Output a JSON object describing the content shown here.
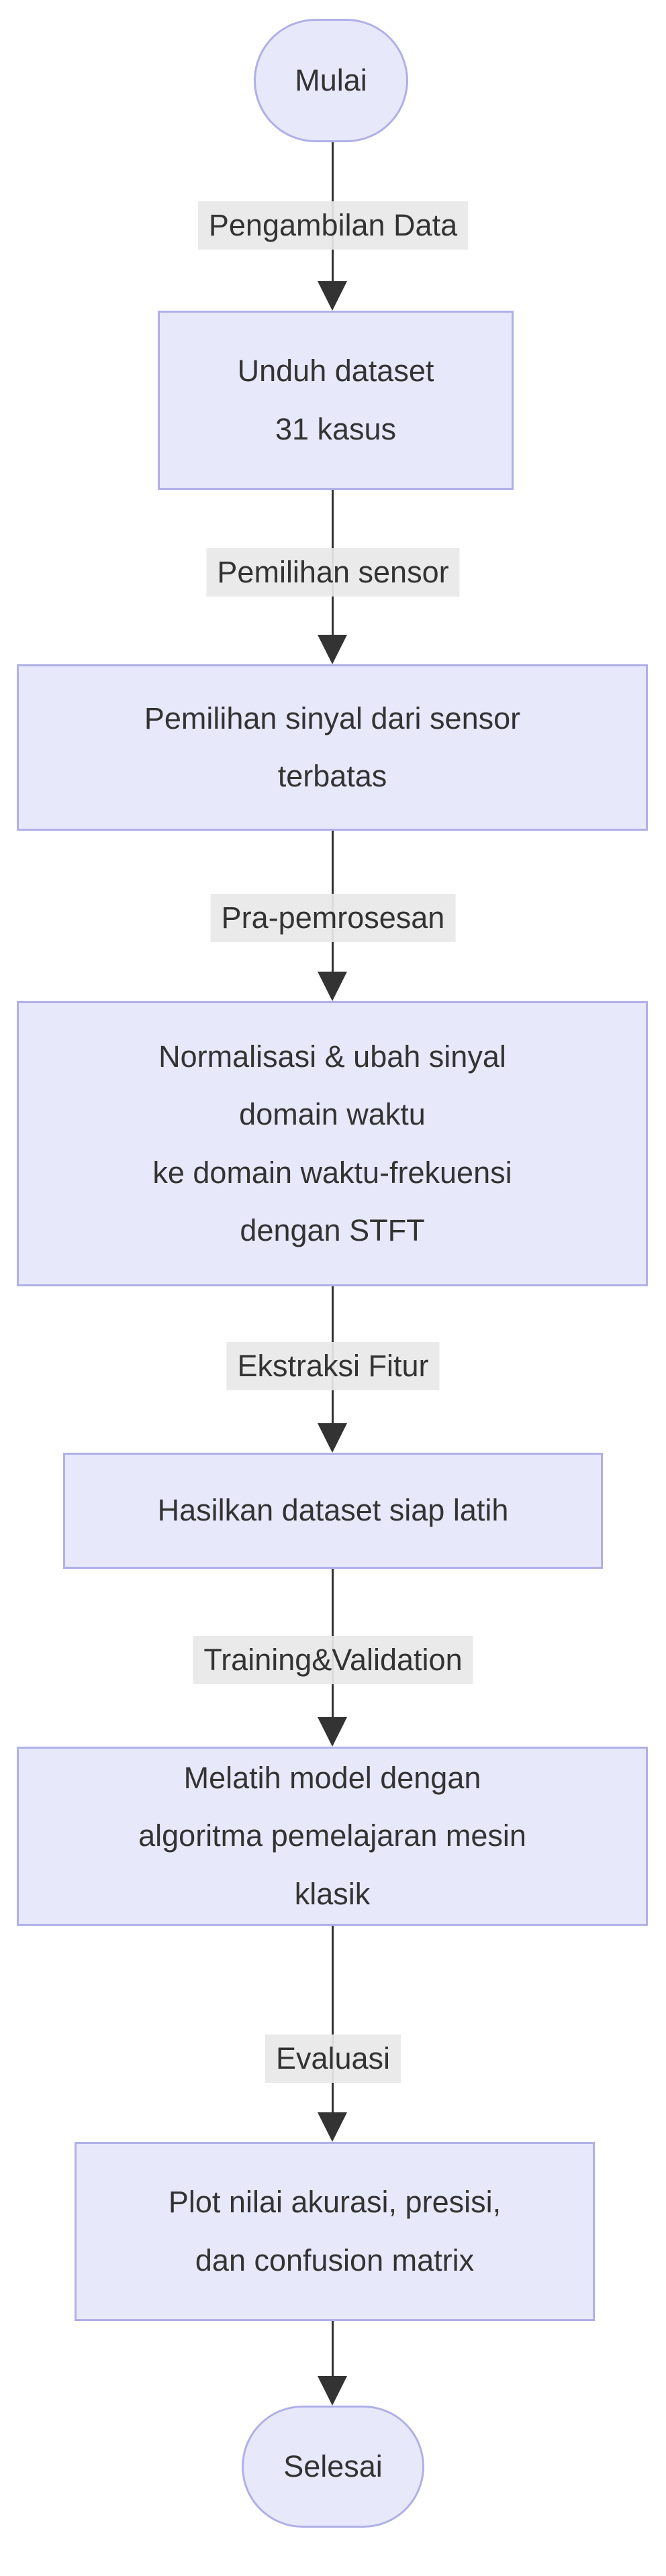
{
  "flow": {
    "start": {
      "label": "Mulai"
    },
    "end": {
      "label": "Selesai"
    },
    "steps": [
      {
        "id": "unduh-dataset",
        "lines": [
          "Unduh dataset",
          "31 kasus"
        ]
      },
      {
        "id": "pemilihan-sinyal",
        "lines": [
          "Pemilihan sinyal dari sensor",
          "terbatas"
        ]
      },
      {
        "id": "pra-pemrosesan",
        "lines": [
          "Normalisasi & ubah sinyal",
          "domain waktu",
          "ke domain waktu-frekuensi",
          "dengan STFT"
        ]
      },
      {
        "id": "dataset-siap-latih",
        "lines": [
          "Hasilkan dataset siap latih"
        ]
      },
      {
        "id": "melatih-model",
        "lines": [
          "Melatih model dengan",
          "algoritma pemelajaran mesin",
          "klasik"
        ]
      },
      {
        "id": "plot-evaluasi",
        "lines": [
          "Plot nilai akurasi, presisi,",
          "dan confusion matrix"
        ]
      }
    ],
    "edge_labels": [
      "Pengambilan Data",
      "Pemilihan sensor",
      "Pra-pemrosesan",
      "Ekstraksi Fitur",
      "Training&Validation",
      "Evaluasi"
    ]
  },
  "colors": {
    "node_fill": "#e8e8fb",
    "node_border": "#b0b0e8",
    "edge_label_bg": "#e8e8e8",
    "line": "#333333",
    "text": "#333333",
    "background": "#ffffff"
  }
}
